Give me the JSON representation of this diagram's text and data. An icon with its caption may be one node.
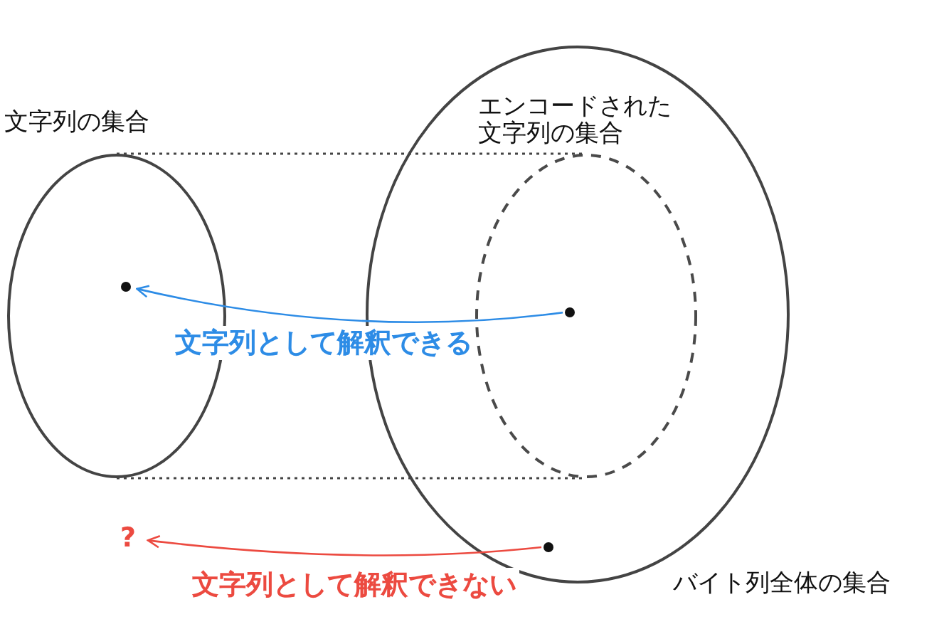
{
  "diagram": {
    "nodes": [
      {
        "text": [
          "文字列の集合"
        ]
      },
      {
        "text": [],
        "shape": "circle",
        "in": 0
      },
      {
        "text": [
          "バイト列全体の集合"
        ]
      },
      {
        "text": [
          "エンコードされた文字列の集合"
        ],
        "in": 2
      },
      {
        "text": [],
        "shape": "circle",
        "in": 3
      },
      {
        "text": [],
        "shape": "circle",
        "in": 2
      },
      {
        "text": [
          "?"
        ]
      }
    ],
    "edges": [
      {
        "from": 0,
        "to": 3,
        "arrow": "none",
        "style": "dashed"
      },
      {
        "from": 0,
        "to": 3,
        "arrow": "none",
        "style": "dashed"
      },
      {
        "from": 4,
        "to": 1,
        "arrow": "to",
        "label": "文字列として解釈できる",
        "color": "#2d8ce6"
      },
      {
        "from": 5,
        "to": 6,
        "arrow": "to",
        "label": "文字列として解釈できない",
        "color": "#ec4a40"
      }
    ]
  }
}
